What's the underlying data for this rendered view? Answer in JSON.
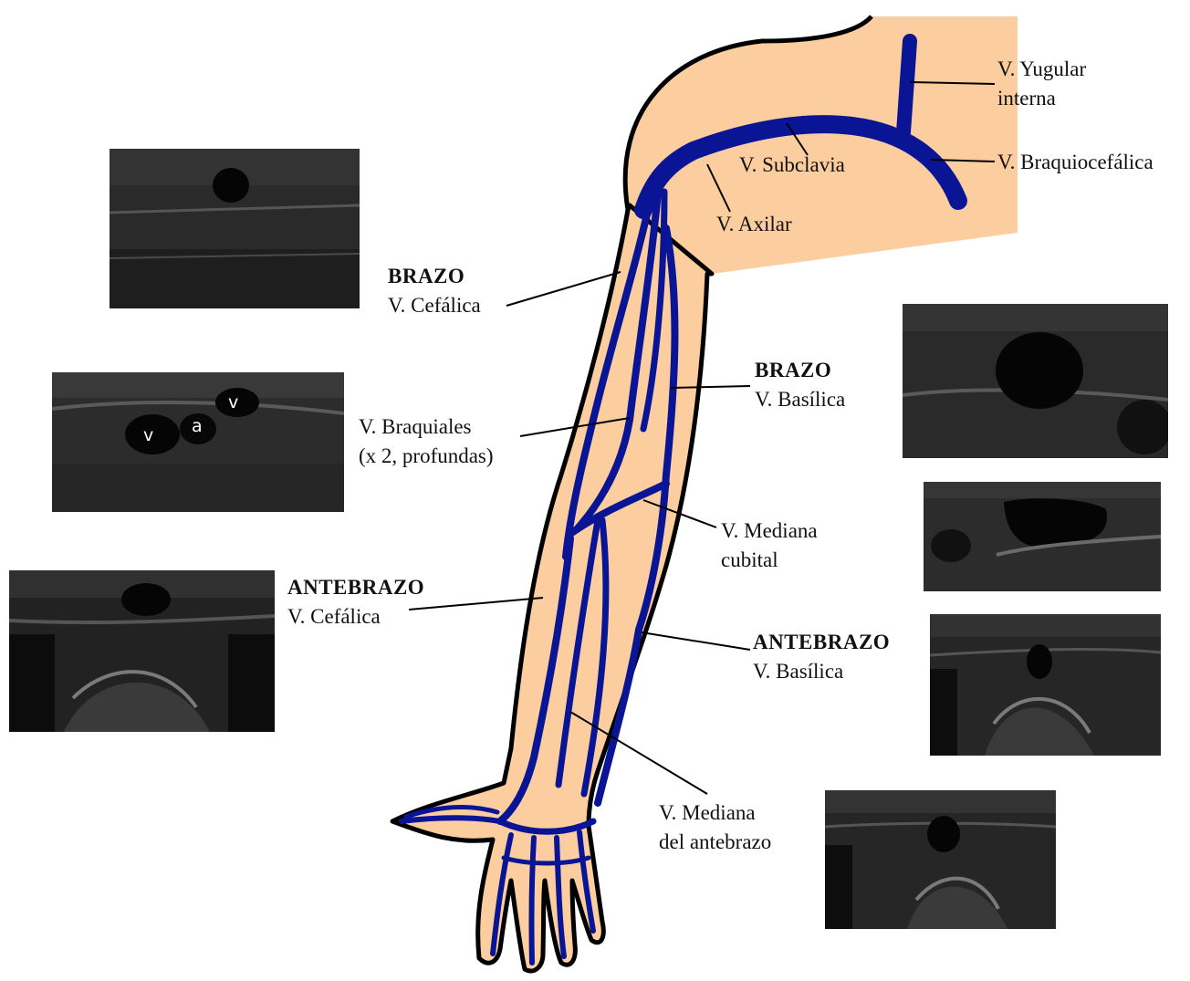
{
  "colors": {
    "skin": "#fbcd9f",
    "outline": "#000000",
    "vein": "#0a1596",
    "ultrasound_bg": "#151515",
    "ultrasound_lumen": "#050505"
  },
  "labels": {
    "yugular": [
      "V. Yugular",
      "interna"
    ],
    "braquiocefalica": "V. Braquiocefálica",
    "subclavia": "V. Subclavia",
    "axilar": "V. Axilar",
    "brazo_cefalica": {
      "region": "BRAZO",
      "vein": "V. Cefálica"
    },
    "brazo_basilica": {
      "region": "BRAZO",
      "vein": "V. Basílica"
    },
    "braquiales": [
      "V. Braquiales",
      "(x 2, profundas)"
    ],
    "mediana_cubital": [
      "V. Mediana",
      "cubital"
    ],
    "antebrazo_cefalica": {
      "region": "ANTEBRAZO",
      "vein": "V. Cefálica"
    },
    "antebrazo_basilica": {
      "region": "ANTEBRAZO",
      "vein": "V. Basílica"
    },
    "mediana_antebrazo": [
      "V. Mediana",
      "del antebrazo"
    ]
  },
  "ultrasound_tags": {
    "vein_left": "v",
    "artery": "a",
    "vein_right": "v"
  },
  "ultrasound_images": [
    "brazo-cefalica",
    "braquiales",
    "antebrazo-cefalica",
    "brazo-basilica",
    "mediana-cubital",
    "antebrazo-basilica",
    "mediana-antebrazo"
  ]
}
